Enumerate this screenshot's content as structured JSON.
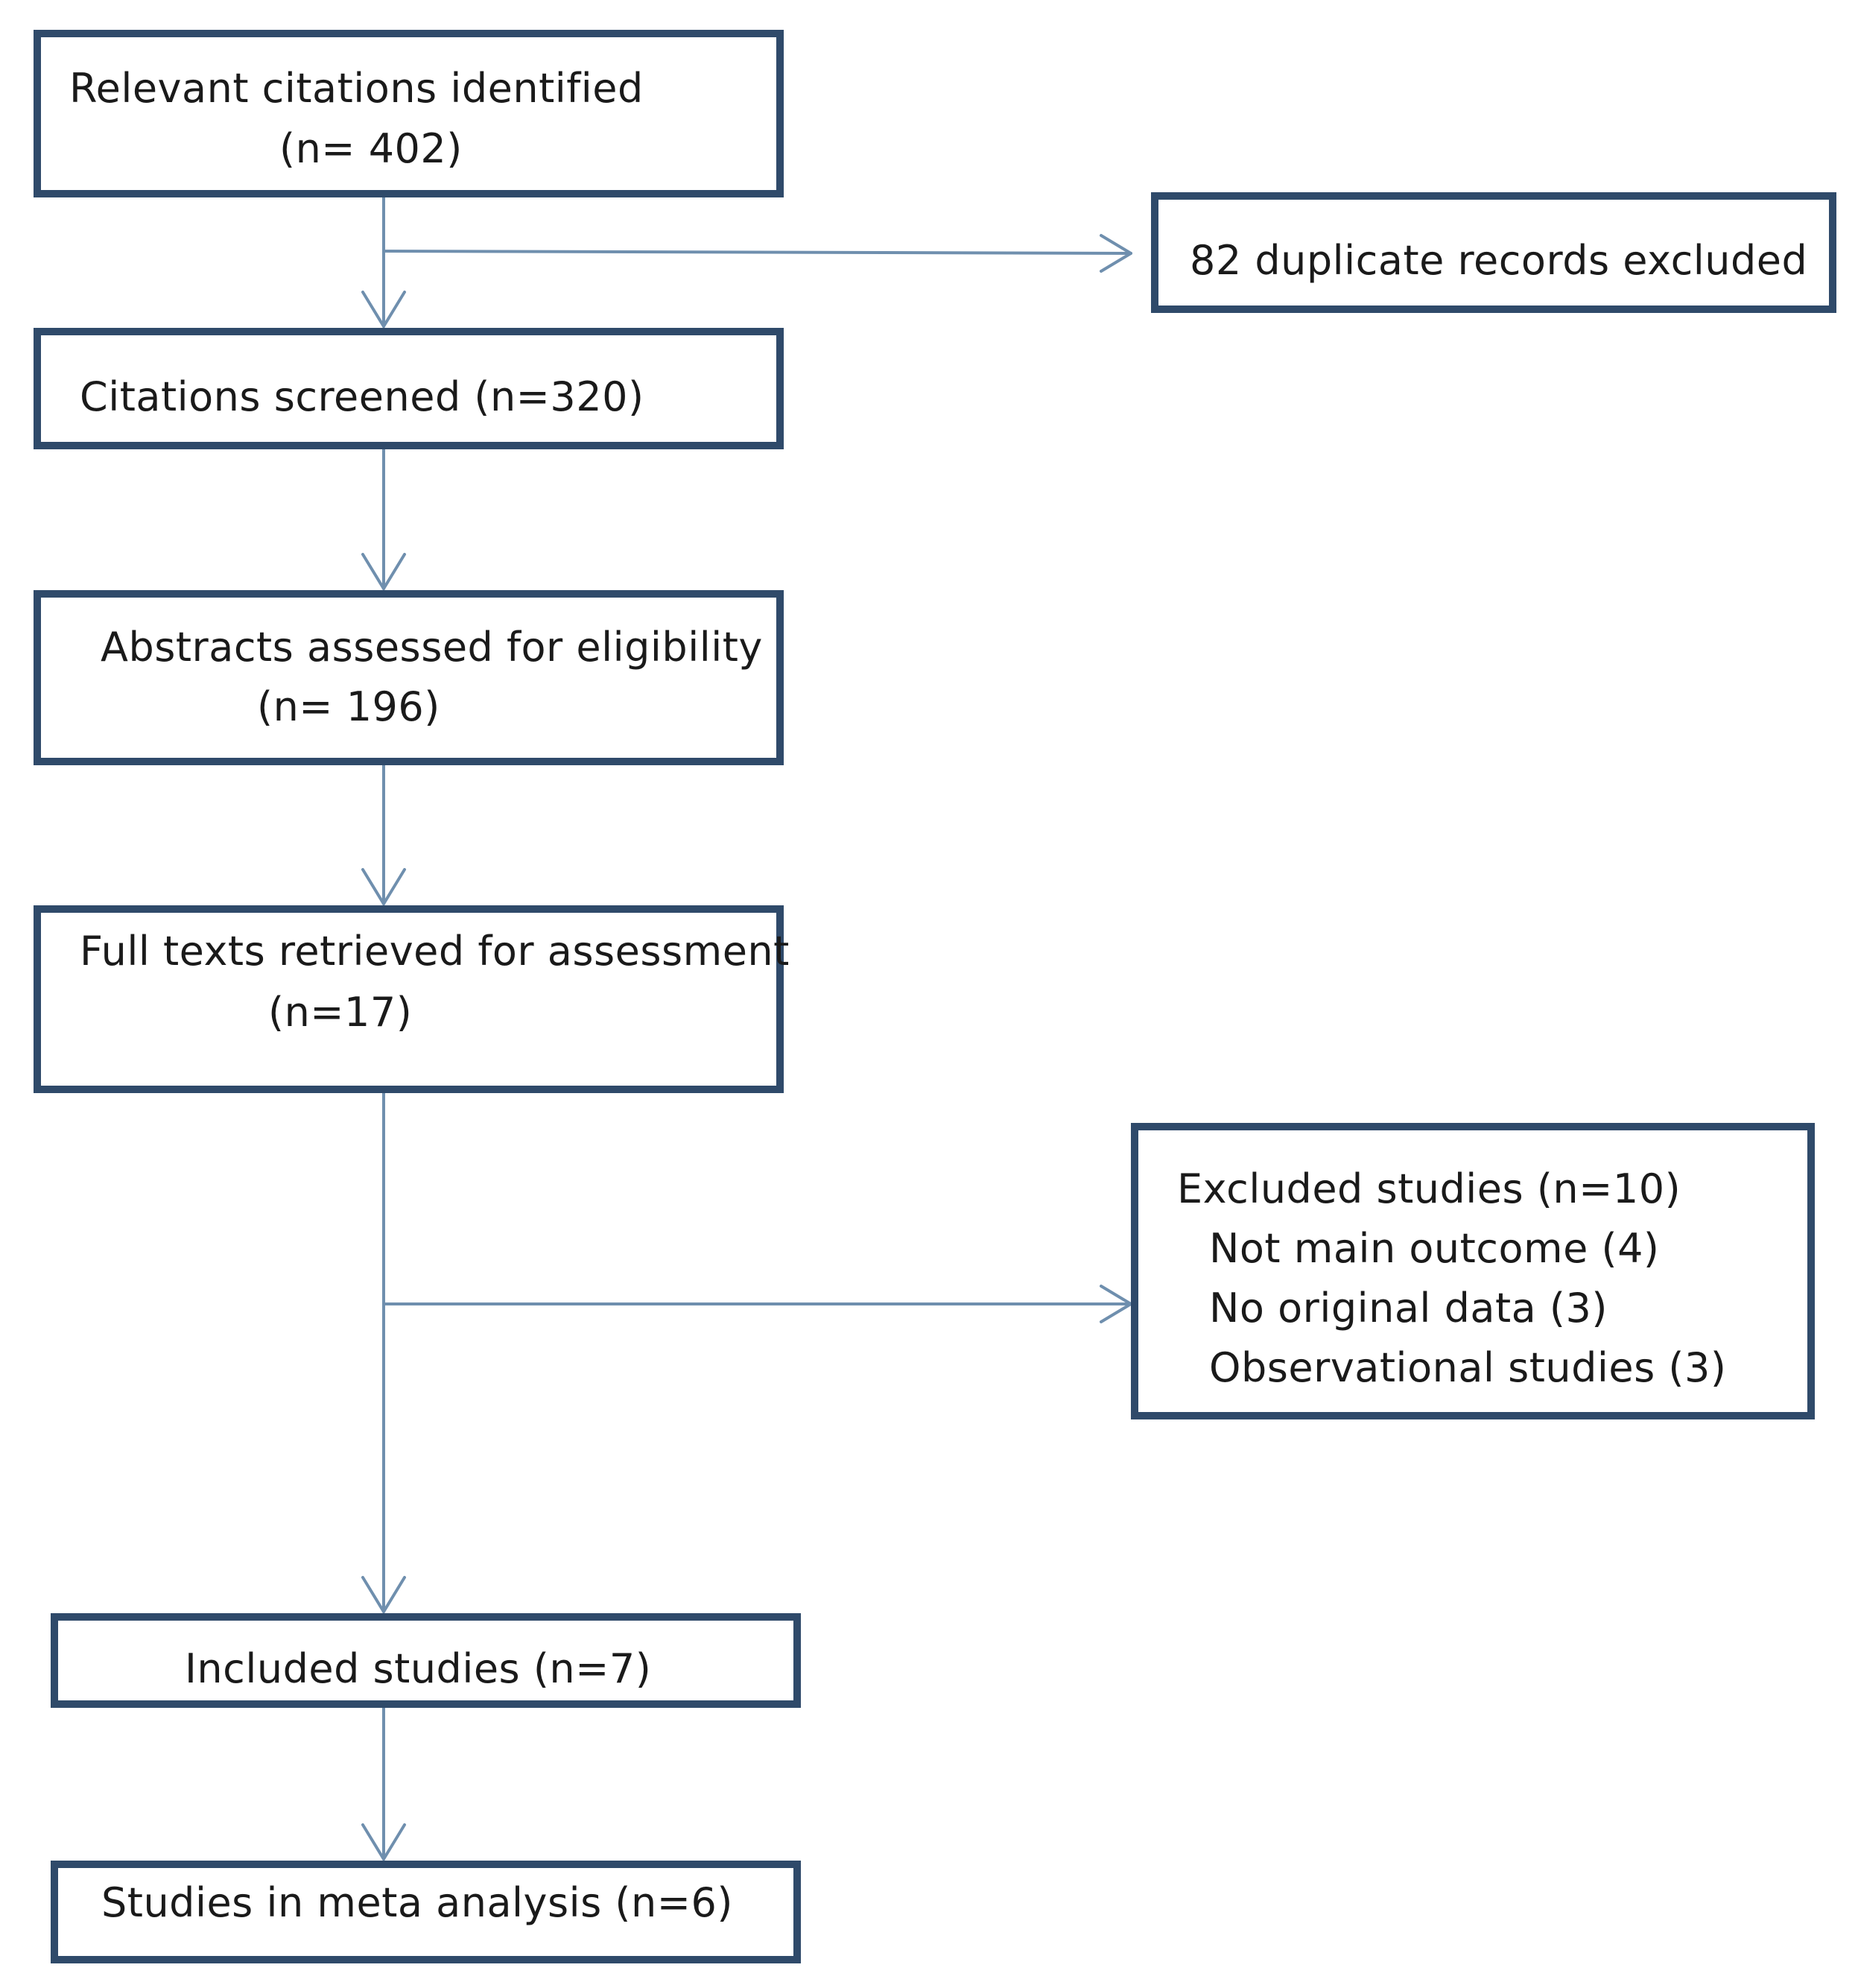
{
  "flowchart": {
    "identified": {
      "line1": "Relevant citations identified",
      "line2": "(n= 402)"
    },
    "duplicates": {
      "line1": "82 duplicate records excluded"
    },
    "screened": {
      "line1": "Citations screened (n=320)"
    },
    "abstracts": {
      "line1": "Abstracts assessed for eligibility",
      "line2": "(n= 196)"
    },
    "fulltext": {
      "line1": "Full texts retrieved for assessment",
      "line2": "(n=17)"
    },
    "excluded": {
      "line1": "Excluded studies (n=10)",
      "line2": "Not main outcome (4)",
      "line3": "No original data (3)",
      "line4": "Observational studies (3)"
    },
    "included": {
      "line1": "Included studies (n=7)"
    },
    "meta": {
      "line1": "Studies in meta analysis  (n=6)"
    }
  },
  "colors": {
    "box_border": "#2f4a6a",
    "connector": "#6f8fae",
    "text": "#1a1a1a"
  }
}
